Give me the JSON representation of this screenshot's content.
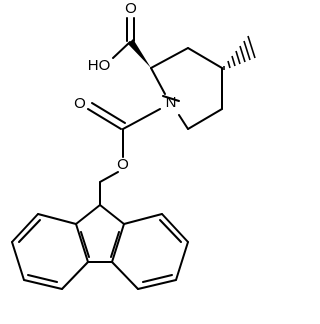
{
  "molecule": {
    "atoms": {
      "hydroxyl": "HO",
      "carbonyl_oxygen_top": "O",
      "nitrogen": "N",
      "carbonyl_oxygen_carbamate": "O",
      "ester_oxygen": "O"
    },
    "colors": {
      "bond": "#000000",
      "background": "#ffffff"
    }
  }
}
